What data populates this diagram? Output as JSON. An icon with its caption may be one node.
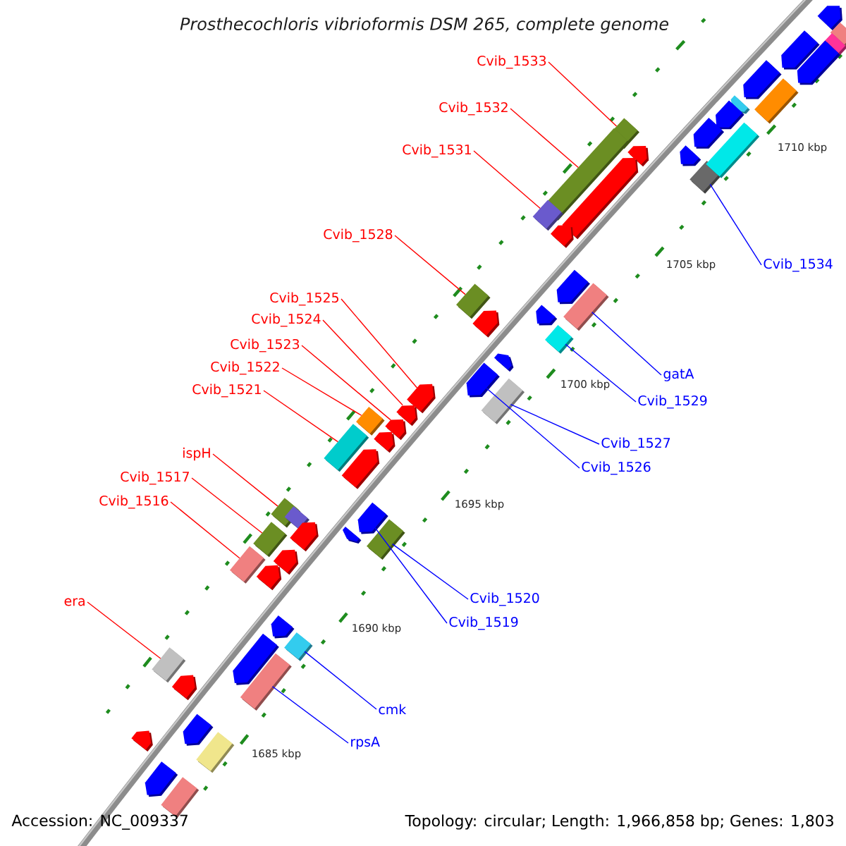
{
  "diagram": {
    "title": "Prosthecochloris vibrioformis DSM 265, complete genome",
    "nodes": [
      {
        "text": [
          "Cvib_1533"
        ]
      },
      {
        "text": [
          "Cvib_1532"
        ]
      },
      {
        "text": [
          "Cvib_1531"
        ]
      },
      {
        "text": [
          "Cvib_1528"
        ]
      },
      {
        "text": [
          "Cvib_1534"
        ]
      },
      {
        "text": [
          "Cvib_1525"
        ]
      },
      {
        "text": [
          "Cvib_1524"
        ]
      },
      {
        "text": [
          "Cvib_1523"
        ]
      },
      {
        "text": [
          "Cvib_1522"
        ]
      },
      {
        "text": [
          "gatA"
        ]
      },
      {
        "text": [
          "Cvib_1521"
        ]
      },
      {
        "text": [
          "Cvib_1529"
        ]
      },
      {
        "text": [
          "Cvib_1527"
        ]
      },
      {
        "text": [
          "ispH"
        ]
      },
      {
        "text": [
          "Cvib_1526"
        ]
      },
      {
        "text": [
          "Cvib_1517"
        ]
      },
      {
        "text": [
          "Cvib_1516"
        ]
      },
      {
        "text": [
          "Cvib_1520"
        ]
      },
      {
        "text": [
          "era"
        ]
      },
      {
        "text": [
          "Cvib_1519"
        ]
      },
      {
        "text": [
          "cmk"
        ]
      },
      {
        "text": [
          "rpsA"
        ]
      },
      {
        "text": [],
        "shape": "box"
      },
      {
        "text": [],
        "shape": "box"
      },
      {
        "text": [],
        "shape": "box"
      },
      {
        "text": [],
        "shape": "box"
      },
      {
        "text": [],
        "shape": "box"
      },
      {
        "text": [],
        "shape": "arrow"
      },
      {
        "text": [],
        "shape": "arrow"
      },
      {
        "text": [],
        "shape": "arrow"
      },
      {
        "text": [],
        "shape": "box"
      },
      {
        "text": [],
        "shape": "box"
      },
      {
        "text": [],
        "shape": "box"
      },
      {
        "text": [],
        "shape": "box"
      },
      {
        "text": [],
        "shape": "box"
      },
      {
        "text": [],
        "shape": "box"
      },
      {
        "text": [],
        "shape": "arrow"
      },
      {
        "text": [],
        "shape": "box"
      },
      {
        "text": [],
        "shape": "box"
      },
      {
        "text": [],
        "shape": "box"
      },
      {
        "text": [],
        "shape": "box"
      },
      {
        "text": [],
        "shape": "arrow"
      },
      {
        "text": [],
        "shape": "box"
      },
      {
        "text": [],
        "shape": "box"
      },
      {
        "text": [],
        "shape": "arrow"
      },
      {
        "text": [],
        "shape": "box"
      },
      {
        "text": [],
        "shape": "box"
      },
      {
        "text": [],
        "shape": "arrow"
      },
      {
        "text": [],
        "shape": "arrow"
      },
      {
        "text": [],
        "shape": "arrow"
      },
      {
        "text": [],
        "shape": "box"
      },
      {
        "text": [],
        "shape": "arrow"
      },
      {
        "text": [],
        "shape": "arrow"
      },
      {
        "text": [],
        "shape": "box"
      },
      {
        "text": [],
        "shape": "arrow"
      },
      {
        "text": [],
        "shape": "arrow"
      },
      {
        "text": [],
        "shape": "arrow"
      },
      {
        "text": [],
        "shape": "arrow"
      },
      {
        "text": [],
        "shape": "arrow"
      },
      {
        "text": [],
        "shape": "arrow"
      },
      {
        "text": [],
        "shape": "arrow"
      },
      {
        "text": [],
        "shape": "arrow"
      },
      {
        "text": [],
        "shape": "arrow"
      },
      {
        "text": [],
        "shape": "arrow"
      },
      {
        "text": [],
        "shape": "arrow"
      },
      {
        "text": [],
        "shape": "box"
      },
      {
        "text": [],
        "shape": "arrow"
      },
      {
        "text": [],
        "shape": "arrow"
      },
      {
        "text": [],
        "shape": "arrow"
      },
      {
        "text": [],
        "shape": "arrow"
      },
      {
        "text": [],
        "shape": "arrow"
      },
      {
        "text": [],
        "shape": "arrow"
      },
      {
        "text": [],
        "shape": "arrow"
      },
      {
        "text": [],
        "shape": "arrow"
      },
      {
        "text": [],
        "shape": "arrow"
      },
      {
        "text": [],
        "shape": "box"
      },
      {
        "text": [],
        "shape": "arrow"
      },
      {
        "text": [],
        "shape": "box"
      }
    ],
    "edges": [
      {
        "from": 0,
        "to": 22,
        "arrow": "none"
      },
      {
        "from": 1,
        "to": 23,
        "arrow": "none"
      },
      {
        "from": 2,
        "to": 24,
        "arrow": "none"
      },
      {
        "from": 3,
        "to": 25,
        "arrow": "none"
      },
      {
        "from": 4,
        "to": 26,
        "arrow": "none",
        "color": "#0000ff"
      },
      {
        "from": 5,
        "to": 27,
        "arrow": "none"
      },
      {
        "from": 6,
        "to": 28,
        "arrow": "none"
      },
      {
        "from": 7,
        "to": 29,
        "arrow": "none"
      },
      {
        "from": 8,
        "to": 30,
        "arrow": "none"
      },
      {
        "from": 9,
        "to": 31,
        "arrow": "none",
        "color": "#0000ff"
      },
      {
        "from": 10,
        "to": 32,
        "arrow": "none"
      },
      {
        "from": 11,
        "to": 33,
        "arrow": "none",
        "color": "#0000ff"
      },
      {
        "from": 12,
        "to": 34,
        "arrow": "none",
        "color": "#0000ff"
      },
      {
        "from": 13,
        "to": 35,
        "arrow": "none"
      },
      {
        "from": 14,
        "to": 36,
        "arrow": "none",
        "color": "#0000ff"
      },
      {
        "from": 15,
        "to": 37,
        "arrow": "none"
      },
      {
        "from": 16,
        "to": 38,
        "arrow": "none"
      },
      {
        "from": 17,
        "to": 39,
        "arrow": "none",
        "color": "#0000ff"
      },
      {
        "from": 18,
        "to": 40,
        "arrow": "none"
      },
      {
        "from": 19,
        "to": 41,
        "arrow": "none",
        "color": "#0000ff"
      },
      {
        "from": 20,
        "to": 42,
        "arrow": "none",
        "color": "#0000ff"
      },
      {
        "from": 21,
        "to": 43,
        "arrow": "none",
        "color": "#0000ff"
      }
    ],
    "labels": [
      "1710 kbp",
      "1705 kbp",
      "1700 kbp",
      "1695 kbp",
      "1690 kbp",
      "1685 kbp",
      "Accession: NC_009337",
      "Topology: circular; Length: 1,966,858 bp; Genes: 1,803"
    ]
  }
}
